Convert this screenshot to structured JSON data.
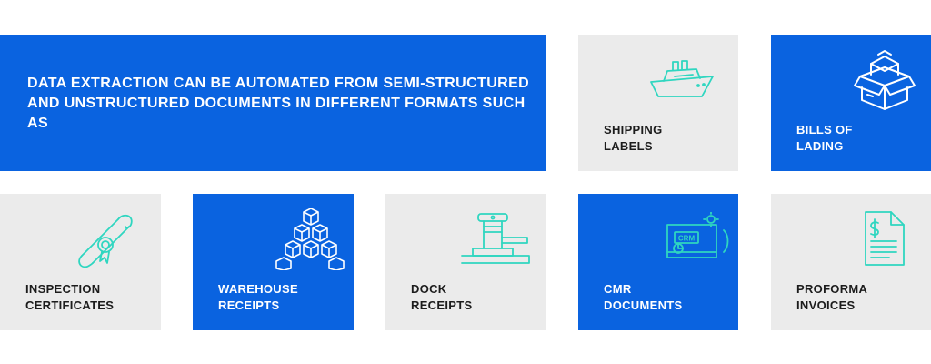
{
  "headline": "DATA EXTRACTION CAN BE AUTOMATED FROM SEMI-STRUCTURED AND UNSTRUCTURED DOCUMENTS IN DIFFERENT FORMATS SUCH AS",
  "colors": {
    "blue": "#0a63e0",
    "gray": "#ebebeb",
    "icon_teal": "#2fd6c0"
  },
  "cards": {
    "shipping_labels": {
      "label": "SHIPPING\nLABELS",
      "icon": "ship-icon"
    },
    "bills_of_lading": {
      "label": "BILLS OF\nLADING",
      "icon": "open-box-icon"
    },
    "inspection_certificates": {
      "label": "INSPECTION\nCERTIFICATES",
      "icon": "certificate-scroll-icon"
    },
    "warehouse_receipts": {
      "label": "WAREHOUSE\nRECEIPTS",
      "icon": "stacked-boxes-icon"
    },
    "dock_receipts": {
      "label": "DOCK\nRECEIPTS",
      "icon": "dock-bollard-icon"
    },
    "cmr_documents": {
      "label": "CMR\nDOCUMENTS",
      "icon": "crm-monitor-icon",
      "icon_text": "CRM"
    },
    "proforma_invoices": {
      "label": "PROFORMA\nINVOICES",
      "icon": "invoice-document-icon"
    }
  }
}
